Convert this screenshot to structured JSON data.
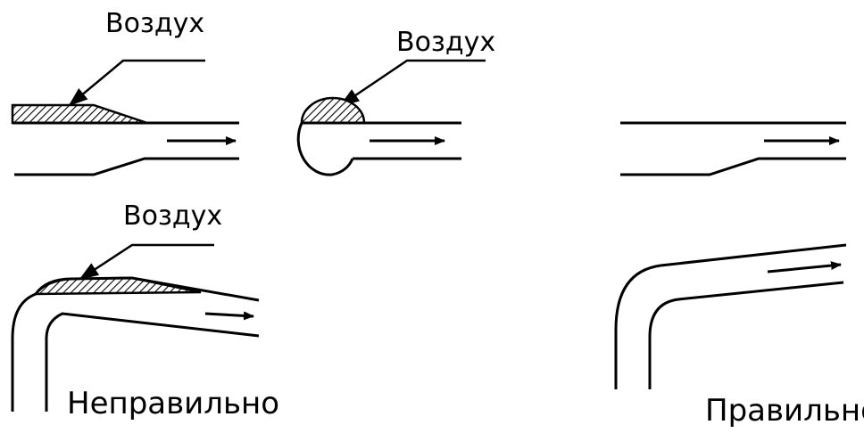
{
  "labels": {
    "air_top_left": "Воздух",
    "air_top_mid": "Воздух",
    "air_bottom_left": "Воздух",
    "wrong": "Неправильно",
    "right": "Правильно"
  },
  "colors": {
    "line": "#000000",
    "hatch": "#000000",
    "background": "#ffffff"
  }
}
